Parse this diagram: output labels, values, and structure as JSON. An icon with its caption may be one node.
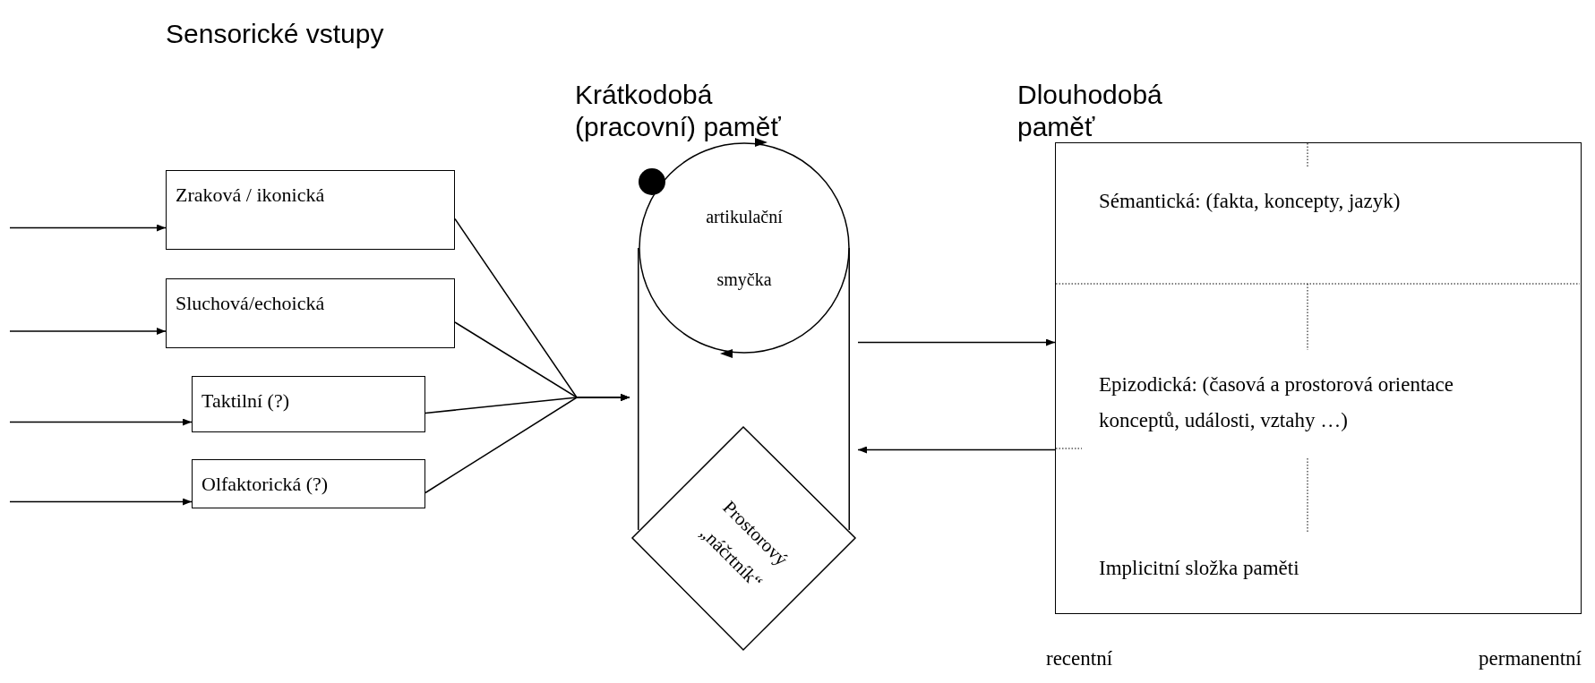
{
  "diagram": {
    "nodes": [
      {
        "text": [
          "Zraková / ikonická"
        ]
      },
      {
        "text": [
          "Sluchová/echoická"
        ]
      },
      {
        "text": [
          "Taktilní (?)"
        ]
      },
      {
        "text": [
          "Olfaktorická (?)"
        ]
      },
      {
        "text": [
          "Krátkodobá (pracovní) paměť"
        ]
      },
      {
        "text": [
          "artikulační smyčka"
        ],
        "in": 4
      },
      {
        "text": [
          "Prostorový „náčrtník“"
        ],
        "in": 4
      },
      {
        "text": [
          "Dlouhodobá paměť",
          "Sémantická: (fakta, koncepty, jazyk)",
          "Epizodická: (časová a prostorová orientace konceptů, události, vztahy …)",
          "Implicitní složka paměti"
        ]
      }
    ],
    "edges": [
      {
        "from": null,
        "to": 0,
        "arrow": "to"
      },
      {
        "from": null,
        "to": 1,
        "arrow": "to"
      },
      {
        "from": null,
        "to": 2,
        "arrow": "to"
      },
      {
        "from": null,
        "to": 3,
        "arrow": "to"
      },
      {
        "from": 0,
        "to": 4,
        "arrow": "to"
      },
      {
        "from": 1,
        "to": 4,
        "arrow": "to"
      },
      {
        "from": 2,
        "to": 4,
        "arrow": "to"
      },
      {
        "from": 3,
        "to": 4,
        "arrow": "to"
      },
      {
        "from": 4,
        "to": 7,
        "arrow": "to"
      },
      {
        "from": 7,
        "to": 4,
        "arrow": "to"
      }
    ],
    "labels": [
      "Sensorické vstupy",
      "recentní",
      "permanentní"
    ]
  }
}
